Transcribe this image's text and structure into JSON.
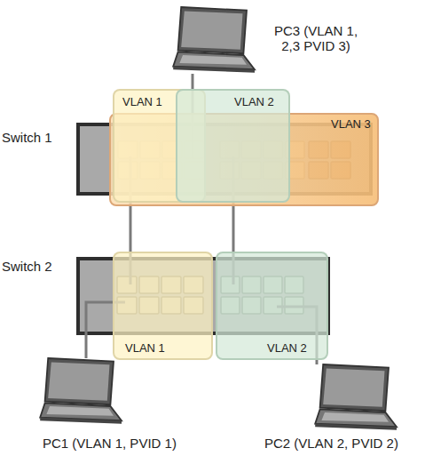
{
  "diagram": {
    "nodes": [
      {
        "text": [
          "PC3 (VLAN 1, 2,3 PVID 3)"
        ]
      },
      {
        "text": [
          "Switch 1"
        ]
      },
      {
        "text": [
          "VLAN 1"
        ],
        "in": 1
      },
      {
        "text": [
          "VLAN 2"
        ],
        "in": 1
      },
      {
        "text": [
          "VLAN 3"
        ],
        "in": 1
      },
      {
        "text": [
          "Switch 2"
        ]
      },
      {
        "text": [
          "VLAN 1"
        ],
        "in": 5
      },
      {
        "text": [
          "VLAN 2"
        ],
        "in": 5
      },
      {
        "text": [
          "PC1 (VLAN 1, PVID 1)"
        ]
      },
      {
        "text": [
          "PC2 (VLAN 2, PVID 2)"
        ]
      }
    ],
    "edges": [
      {
        "from": 0,
        "to": 1,
        "arrow": "none"
      },
      {
        "from": 2,
        "to": 6,
        "arrow": "none"
      },
      {
        "from": 3,
        "to": 7,
        "arrow": "none"
      },
      {
        "from": 8,
        "to": 6,
        "arrow": "none"
      },
      {
        "from": 9,
        "to": 7,
        "arrow": "none"
      }
    ]
  }
}
